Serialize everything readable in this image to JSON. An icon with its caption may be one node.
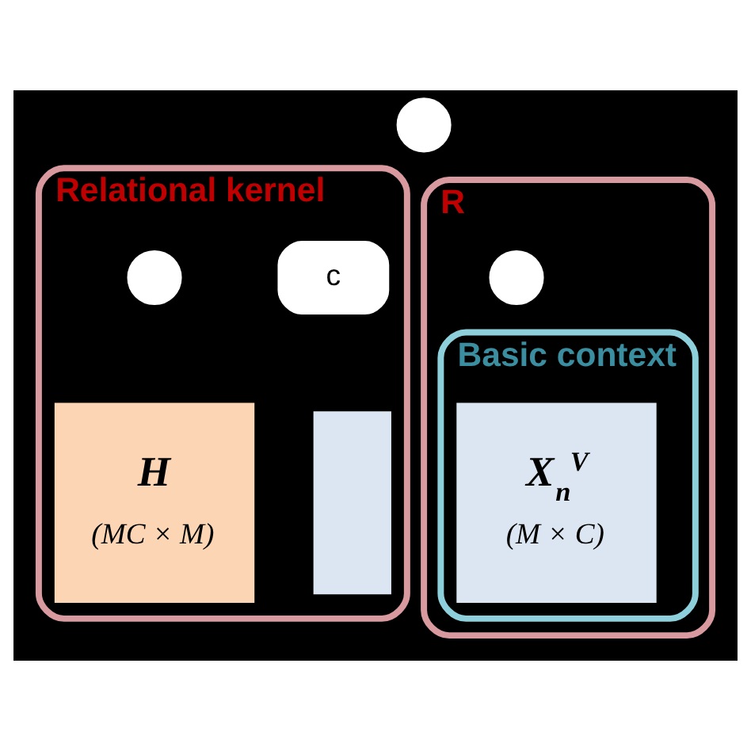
{
  "diagram": {
    "nodes": [
      {
        "text": [
          "Relational kernel"
        ]
      },
      {
        "text": [
          "c"
        ],
        "in": 0
      },
      {
        "text": [],
        "shape": "circle",
        "in": 0
      },
      {
        "text": [],
        "shape": "box",
        "in": 0
      },
      {
        "text": [
          "H",
          "(MC × M)"
        ],
        "in": 0
      },
      {
        "text": [
          "R"
        ]
      },
      {
        "text": [],
        "shape": "circle",
        "in": 5
      },
      {
        "text": [
          "Basic context"
        ],
        "in": 5
      },
      {
        "text": [
          "X$_{n}$$^{V}$",
          "(M × C)"
        ],
        "in": 7
      },
      {
        "text": [],
        "shape": "circle"
      }
    ]
  }
}
